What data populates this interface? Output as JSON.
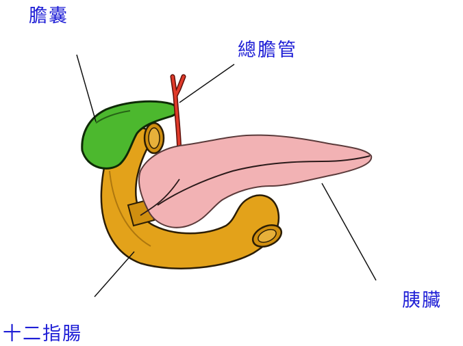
{
  "labels": {
    "gallbladder": "膽囊",
    "common_bile_duct": "總膽管",
    "pancreas": "胰臟",
    "duodenum": "十二指腸"
  },
  "colors": {
    "label_text": "#1f1fd6",
    "gallbladder": "#4cb82e",
    "duodenum": "#e3a21a",
    "pancreas": "#f2b2b4",
    "bile_duct": "#e03a2a",
    "leader_line": "#111111"
  }
}
